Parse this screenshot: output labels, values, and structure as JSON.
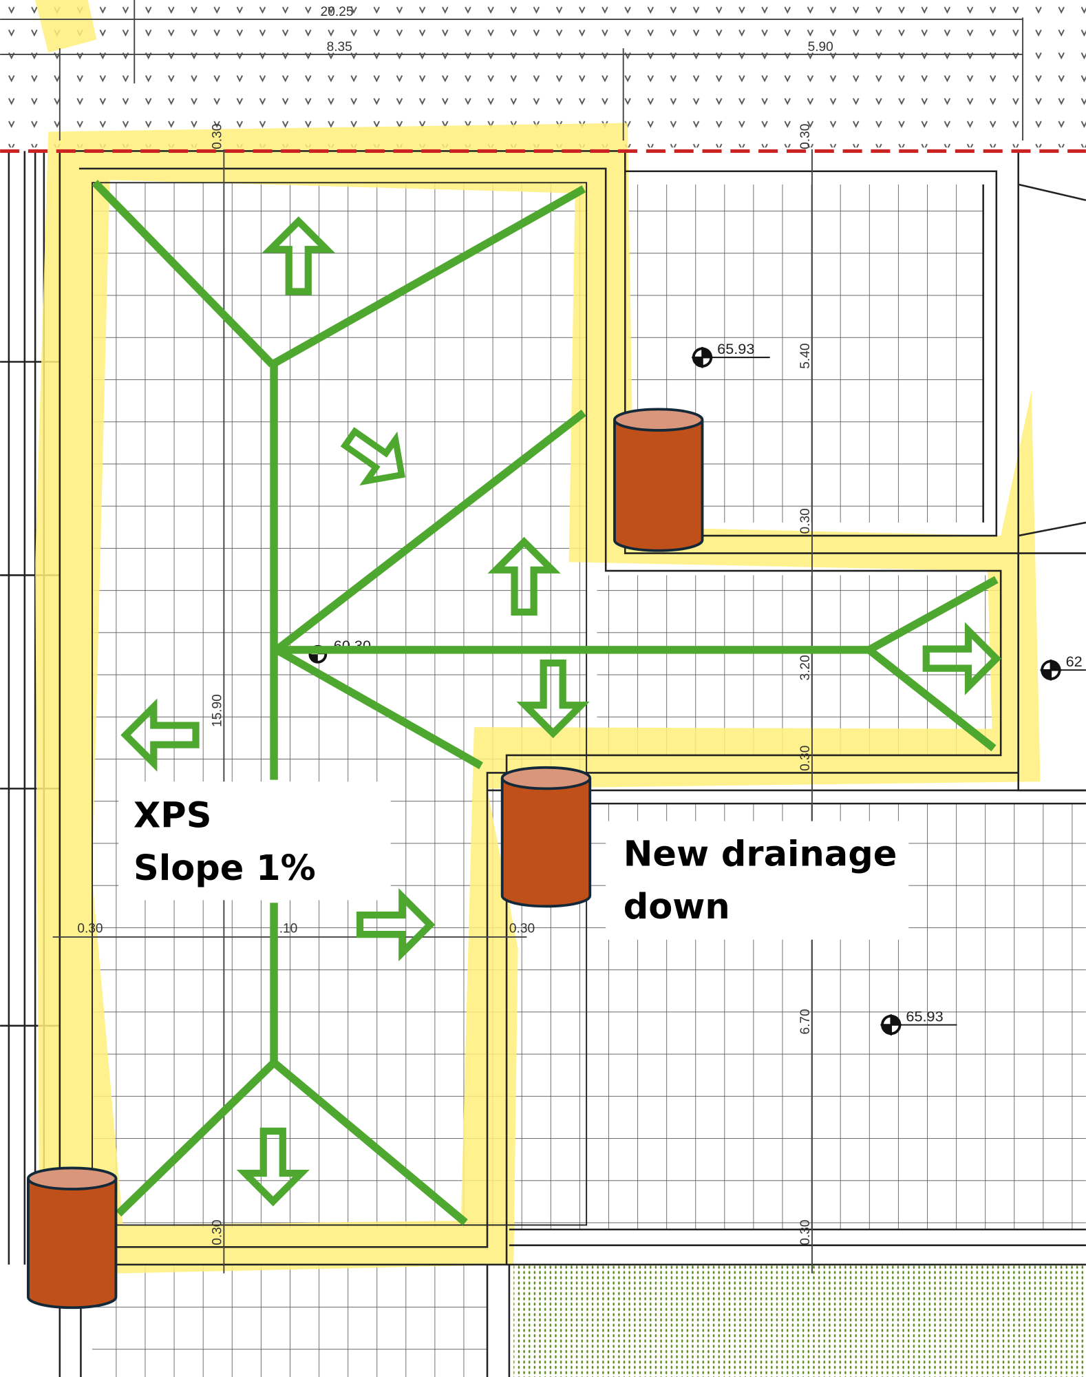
{
  "dimensions": {
    "top_total": "20.25",
    "top_left": "8.35",
    "top_right": "5.90",
    "wall_top_left": "0.30",
    "wall_top_right": "0.30",
    "room_top_right_height": "5.40",
    "wall_mid_1": "0.30",
    "corridor_height": "3.20",
    "wall_mid_2": "0.30",
    "left_wing_height": "15.90",
    "room_bottom_right_height": "6.70",
    "wall_bottom_left": "0.30",
    "wall_bottom_right": "0.30",
    "horiz_wall_left": "0.30",
    "horiz_mid": ".10",
    "horiz_wall_right": "0.30"
  },
  "elevations": {
    "top_right_room": "65.93",
    "corridor": "60.30",
    "right_edge": "62",
    "bottom_right_room": "65.93"
  },
  "annotations": {
    "insulation_label": "XPS",
    "slope_label": "Slope 1%",
    "drainage_line1": "New drainage",
    "drainage_line2": "down"
  },
  "colors": {
    "slope_lines": "#4ea72e",
    "highlight": "#fff07a",
    "drain_pipe": "#c0501a",
    "drain_pipe_top": "#d9967a",
    "property_line": "#cc2222"
  },
  "icons": [
    "flow-arrow-icon",
    "drain-pipe-icon",
    "elevation-marker-icon"
  ]
}
